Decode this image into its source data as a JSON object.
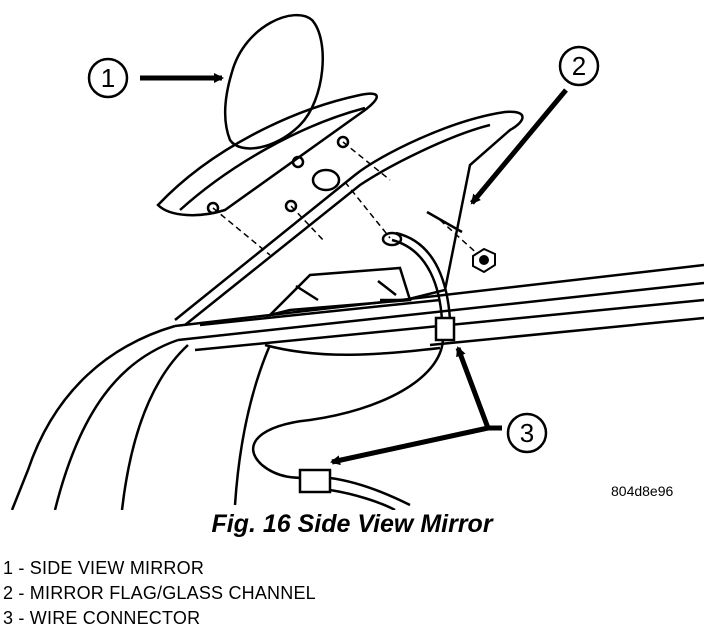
{
  "figure": {
    "caption": "Fig. 16 Side View Mirror",
    "drawing_code": "804d8e96"
  },
  "callouts": [
    {
      "number": "1"
    },
    {
      "number": "2"
    },
    {
      "number": "3"
    }
  ],
  "legend": [
    {
      "text": "1 - SIDE VIEW MIRROR"
    },
    {
      "text": "2 - MIRROR FLAG/GLASS CHANNEL"
    },
    {
      "text": "3 - WIRE CONNECTOR"
    }
  ]
}
